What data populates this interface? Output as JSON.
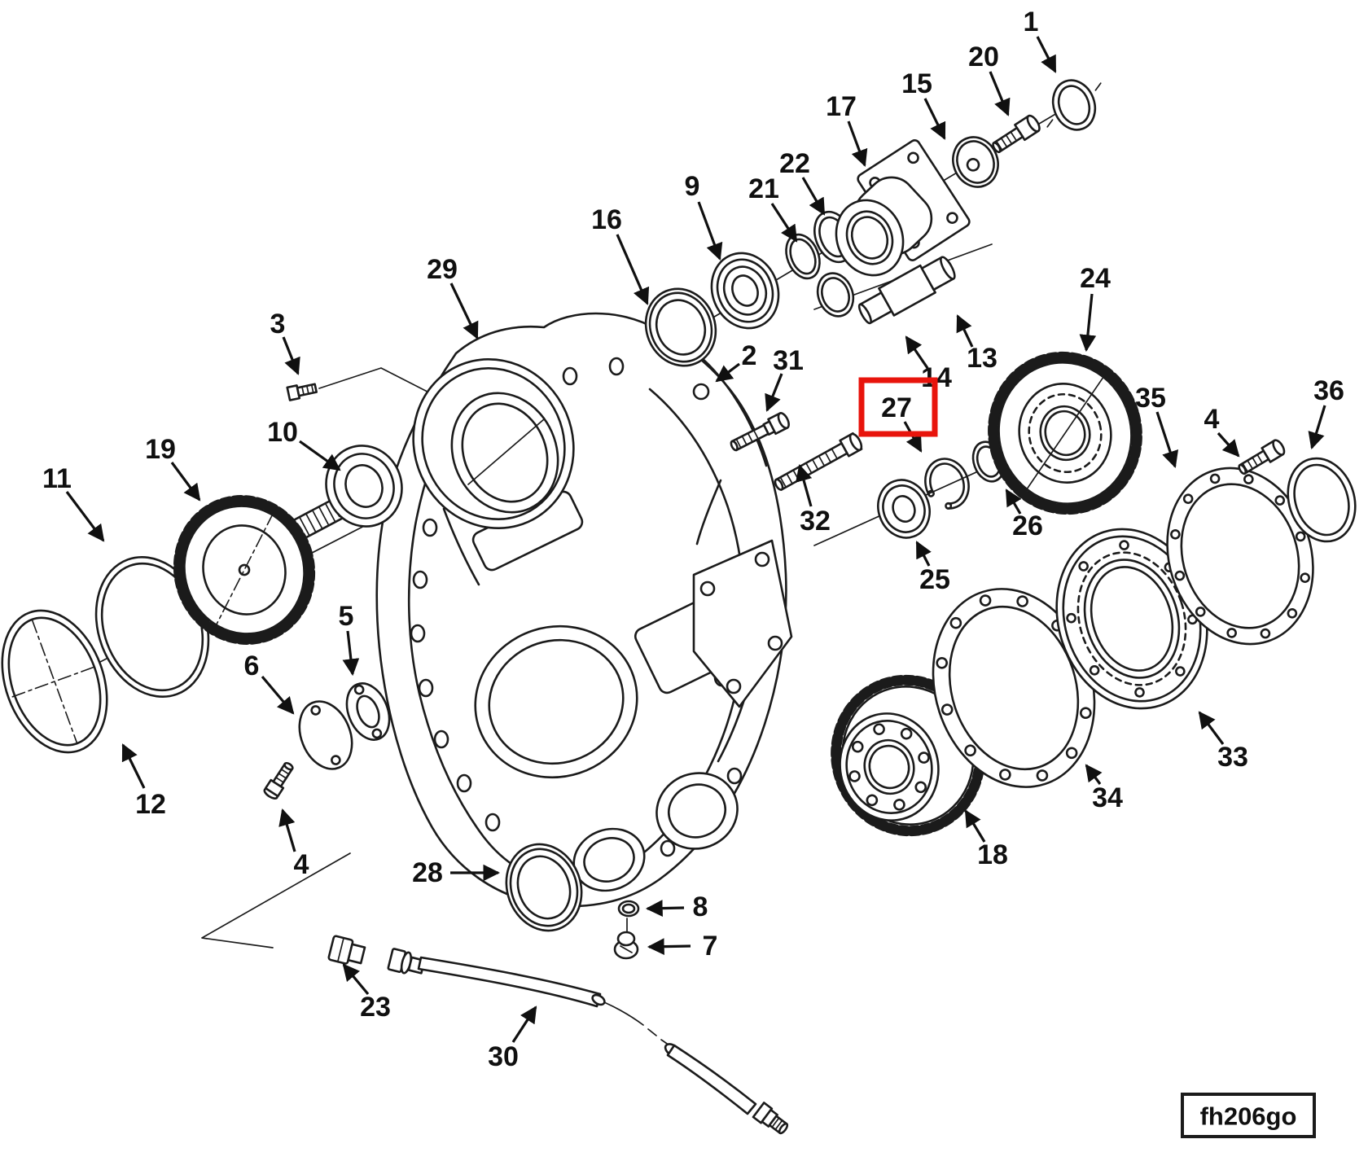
{
  "figure": {
    "code": "fh206go"
  },
  "highlight": {
    "label": "27",
    "color": "#e8140c"
  },
  "callouts": [
    {
      "label": "1"
    },
    {
      "label": "2"
    },
    {
      "label": "3"
    },
    {
      "label": "4"
    },
    {
      "label": "4"
    },
    {
      "label": "5"
    },
    {
      "label": "6"
    },
    {
      "label": "7"
    },
    {
      "label": "8"
    },
    {
      "label": "9"
    },
    {
      "label": "10"
    },
    {
      "label": "11"
    },
    {
      "label": "12"
    },
    {
      "label": "13"
    },
    {
      "label": "14"
    },
    {
      "label": "15"
    },
    {
      "label": "16"
    },
    {
      "label": "17"
    },
    {
      "label": "18"
    },
    {
      "label": "19"
    },
    {
      "label": "20"
    },
    {
      "label": "21"
    },
    {
      "label": "22"
    },
    {
      "label": "23"
    },
    {
      "label": "24"
    },
    {
      "label": "25"
    },
    {
      "label": "26"
    },
    {
      "label": "27"
    },
    {
      "label": "28"
    },
    {
      "label": "29"
    },
    {
      "label": "30"
    },
    {
      "label": "31"
    },
    {
      "label": "32"
    },
    {
      "label": "33"
    },
    {
      "label": "34"
    },
    {
      "label": "35"
    },
    {
      "label": "36"
    }
  ]
}
